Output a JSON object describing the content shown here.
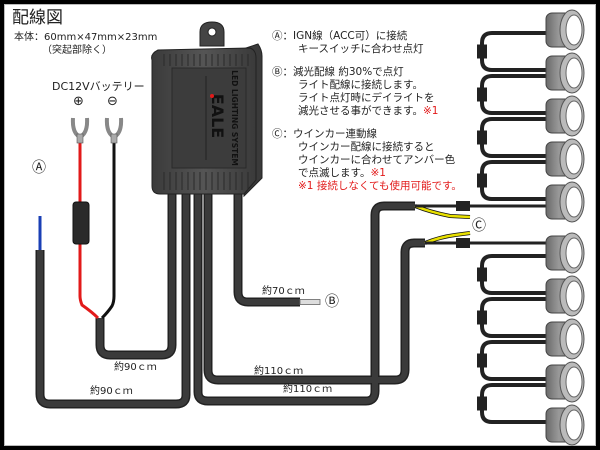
{
  "title": "配線図",
  "dimensions": {
    "line1": "本体：60mm×47mm×23mm",
    "line2": "（突起部除く）"
  },
  "battery": {
    "label": "DC12Vバッテリー",
    "plus": "⊕",
    "minus": "⊖"
  },
  "device": {
    "brand": "EALE",
    "label": "LED LIGHTING SYSTEM"
  },
  "markers": {
    "a": "Ⓐ",
    "b": "Ⓑ",
    "c": "Ⓒ"
  },
  "legend": {
    "a": {
      "line1": "Ⓐ：IGN線（ACC可）に接続",
      "line2": "キースイッチに合わせ点灯"
    },
    "b": {
      "line1": "Ⓑ：減光配線 約30%で点灯",
      "line2": "ライト配線に接続します。",
      "line3": "ライト点灯時にデイライトを",
      "line4": "減光させる事ができます。",
      "note": "※1"
    },
    "c": {
      "line1": "Ⓒ：ウインカー連動線",
      "line2": "ウインカー配線に接続すると",
      "line3": "ウインカーに合わせてアンバー色",
      "line4": "で点滅します。",
      "note": "※1"
    },
    "footnote": "※1 接続しなくても使用可能です。"
  },
  "lengths": {
    "b_wire": "約70ｃｍ",
    "battery_wire": "約90ｃｍ",
    "ign_wire": "約90ｃｍ",
    "led_wire_upper": "約110ｃｍ",
    "led_wire_lower": "約110ｃｍ"
  },
  "colors": {
    "wire": "#333333",
    "positive": "#e21a1a",
    "ign": "#1a3fb5",
    "turn_signal": "#e8e000",
    "note": "#e21a1a"
  },
  "led_count": 10
}
